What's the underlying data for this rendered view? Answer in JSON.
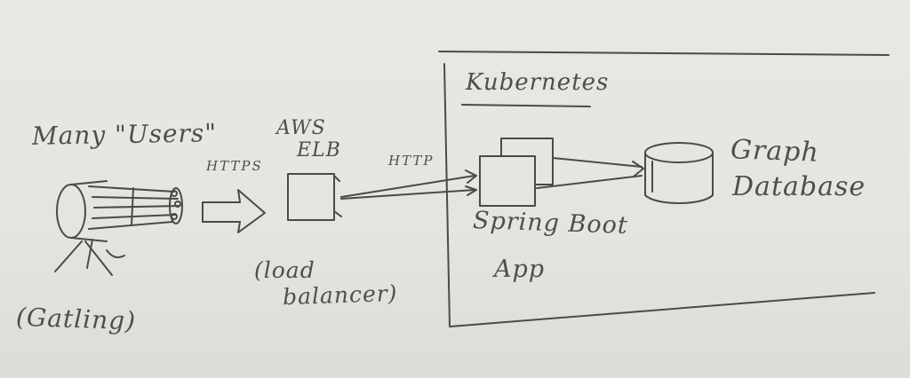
{
  "labels": {
    "users": "Many \"Users\"",
    "gatling": "(Gatling)",
    "https": "HTTPS",
    "aws": "AWS",
    "elb": "ELB",
    "load_balancer_line1": "(load",
    "load_balancer_line2": "balancer)",
    "http": "HTTP",
    "kubernetes": "Kubernetes",
    "spring_line1": "Spring Boot",
    "spring_line2": "App",
    "graph_line1": "Graph",
    "graph_line2": "Database"
  },
  "colors": {
    "paper": "#e6e5e1",
    "pencil": "#4a4a4a"
  },
  "icons": {
    "gatling_gun": "gatling-gun-icon",
    "arrow": "block-arrow-icon",
    "load_balancer_box": "square-box",
    "database": "cylinder-icon"
  }
}
